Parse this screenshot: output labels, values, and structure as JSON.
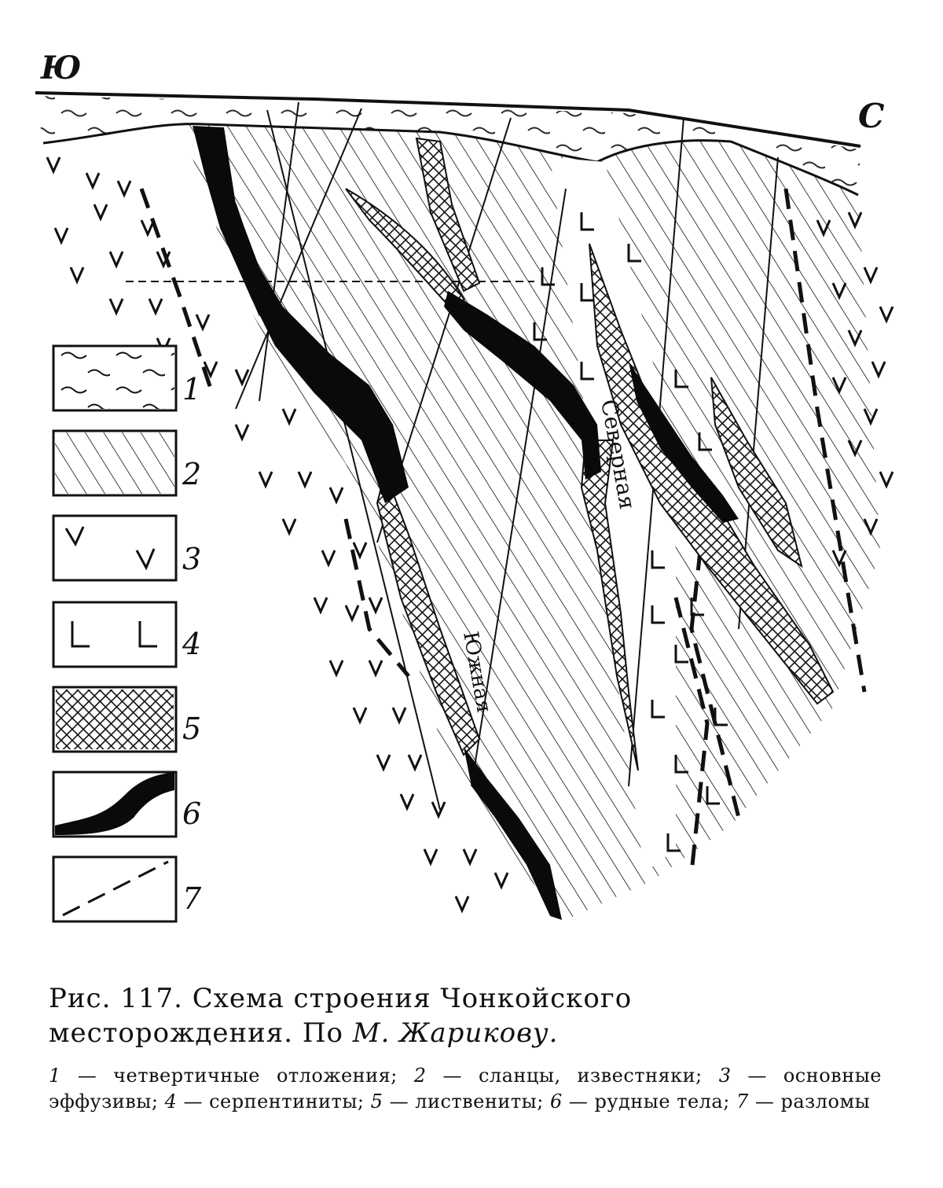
{
  "direction_labels": {
    "south": "Ю",
    "north": "С"
  },
  "ore_body_labels": {
    "northern": "Северная",
    "southern": "Южная"
  },
  "legend": [
    {
      "number": "1",
      "pattern": "wavy-lines",
      "text": "четвертичные отложения"
    },
    {
      "number": "2",
      "pattern": "diagonal-hatch",
      "text": "сланцы, известняки"
    },
    {
      "number": "3",
      "pattern": "v-symbols",
      "text": "основные эффузивы"
    },
    {
      "number": "4",
      "pattern": "l-symbols",
      "text": "серпентиниты"
    },
    {
      "number": "5",
      "pattern": "crosshatch",
      "text": "листвениты"
    },
    {
      "number": "6",
      "pattern": "solid-black",
      "text": "рудные тела"
    },
    {
      "number": "7",
      "pattern": "dashed-line",
      "text": "разломы"
    }
  ],
  "caption": {
    "prefix": "Рис. 117. Схема строения Чонкойского месторождения. По",
    "author": "М. Жарикову."
  },
  "legend_note": {
    "dash": "—",
    "separator": ";",
    "terminator": ""
  },
  "colors": {
    "ink": "#111111",
    "paper": "#ffffff"
  }
}
